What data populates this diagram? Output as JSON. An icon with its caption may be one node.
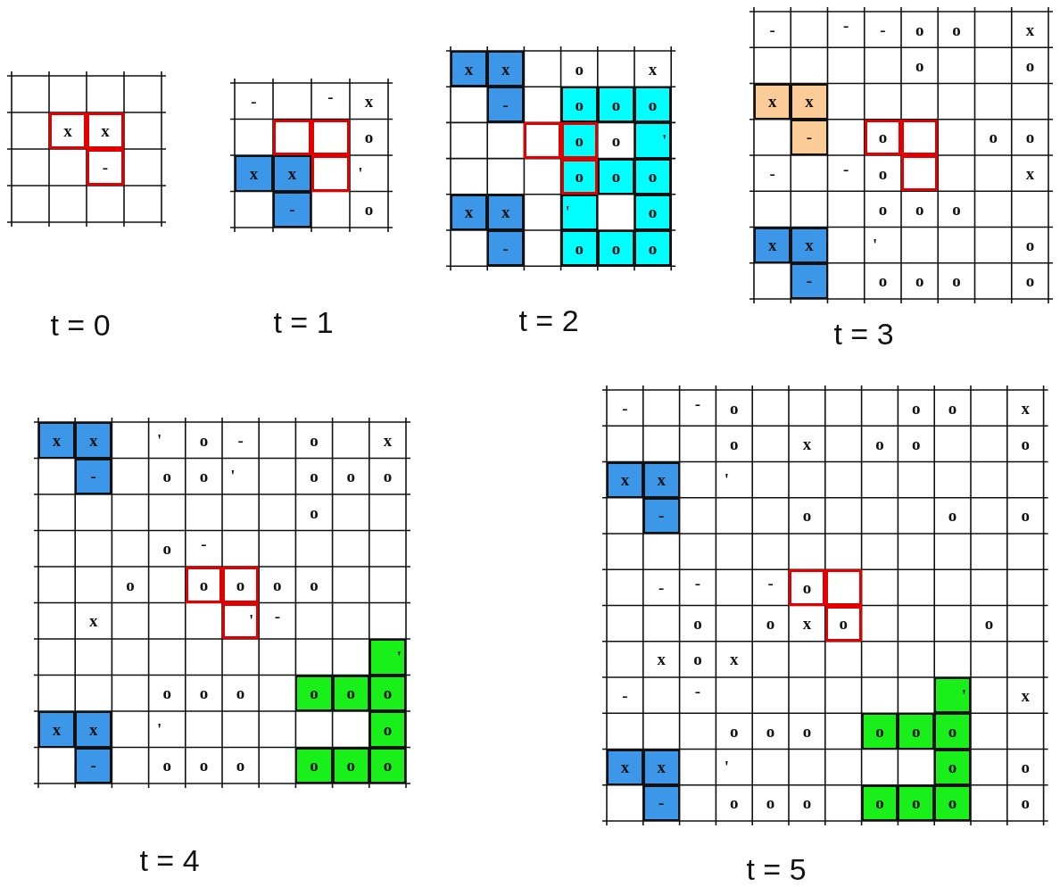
{
  "diagram": {
    "nodes": [
      {
        "text": [
          "x"
        ]
      },
      {
        "text": [
          "x"
        ]
      },
      {
        "text": [
          "-"
        ]
      },
      {
        "text": [],
        "shape": "box"
      },
      {
        "text": [],
        "shape": "box"
      },
      {
        "text": [
          "x"
        ]
      },
      {
        "text": [
          "x"
        ]
      },
      {
        "text": [],
        "shape": "box"
      },
      {
        "text": [
          "-"
        ]
      },
      {
        "text": [
          "x"
        ]
      },
      {
        "text": [
          "x"
        ]
      },
      {
        "text": [
          "-"
        ]
      },
      {
        "text": [
          "o"
        ]
      },
      {
        "text": [
          "o"
        ]
      },
      {
        "text": [
          "o"
        ]
      },
      {
        "text": [],
        "shape": "box"
      },
      {
        "text": [
          "o"
        ]
      },
      {
        "text": [
          "'"
        ]
      },
      {
        "text": [
          "o"
        ]
      },
      {
        "text": [
          "o"
        ]
      },
      {
        "text": [
          "o"
        ]
      },
      {
        "text": [
          "x"
        ]
      },
      {
        "text": [
          "x"
        ]
      },
      {
        "text": [
          "'"
        ]
      },
      {
        "text": [
          "o"
        ]
      },
      {
        "text": [
          "-"
        ]
      },
      {
        "text": [
          "o"
        ]
      },
      {
        "text": [
          "o"
        ]
      },
      {
        "text": [
          "o"
        ]
      },
      {
        "text": [
          "x"
        ]
      },
      {
        "text": [
          "x"
        ]
      },
      {
        "text": [
          "-"
        ]
      },
      {
        "text": [
          "o"
        ]
      },
      {
        "text": [],
        "shape": "box"
      },
      {
        "text": [],
        "shape": "box"
      },
      {
        "text": [
          "x"
        ]
      },
      {
        "text": [
          "x"
        ]
      },
      {
        "text": [
          "-"
        ]
      },
      {
        "text": [
          "x"
        ]
      },
      {
        "text": [
          "x"
        ]
      },
      {
        "text": [
          "-"
        ]
      },
      {
        "text": [
          "o"
        ]
      },
      {
        "text": [
          "o"
        ]
      },
      {
        "text": [
          "'"
        ]
      },
      {
        "text": [
          "'"
        ]
      },
      {
        "text": [
          "o"
        ]
      },
      {
        "text": [
          "o"
        ]
      },
      {
        "text": [
          "o"
        ]
      },
      {
        "text": [
          "x"
        ]
      },
      {
        "text": [
          "x"
        ]
      },
      {
        "text": [
          "o"
        ]
      },
      {
        "text": [
          "-"
        ]
      },
      {
        "text": [
          "o"
        ]
      },
      {
        "text": [
          "o"
        ]
      },
      {
        "text": [
          "o"
        ]
      },
      {
        "text": [
          "x"
        ]
      },
      {
        "text": [
          "x"
        ]
      },
      {
        "text": [
          "-"
        ]
      },
      {
        "text": [
          "o"
        ]
      },
      {
        "text": [],
        "shape": "box"
      },
      {
        "text": [
          "o"
        ]
      },
      {
        "text": [
          "'"
        ]
      },
      {
        "text": [
          "o"
        ]
      },
      {
        "text": [
          "o"
        ]
      },
      {
        "text": [
          "o"
        ]
      },
      {
        "text": [
          "x"
        ]
      },
      {
        "text": [
          "x"
        ]
      },
      {
        "text": [
          "o"
        ]
      },
      {
        "text": [
          "-"
        ]
      },
      {
        "text": [
          "o"
        ]
      },
      {
        "text": [
          "o"
        ]
      },
      {
        "text": [
          "o"
        ]
      }
    ],
    "labels": [
      "t = 0",
      "-",
      "-",
      "x",
      "o",
      "'",
      "o",
      "t = 1",
      "o",
      "x",
      "o",
      "t = 2",
      "-",
      "-",
      "-",
      "o",
      "o",
      "x",
      "o",
      "o",
      "o",
      "o",
      "-",
      "-",
      "o",
      "x",
      "o",
      "o",
      "o",
      "'",
      "o",
      "o",
      "o",
      "o",
      "o",
      "t = 3",
      "'",
      "o",
      "-",
      "o",
      "x",
      "o",
      "o",
      "'",
      "o",
      "o",
      "o",
      "o",
      "o",
      "-",
      "o",
      "o",
      "o",
      "x",
      "-",
      "o",
      "o",
      "o",
      "'",
      "o",
      "o",
      "o",
      "t = 4",
      "-",
      "-",
      "o",
      "o",
      "o",
      "x",
      "o",
      "x",
      "o",
      "o",
      "o",
      "'",
      "o",
      "o",
      "o",
      "-",
      "-",
      "-",
      "o",
      "o",
      "x",
      "o",
      "x",
      "o",
      "x",
      "-",
      "-",
      "x",
      "o",
      "o",
      "o",
      "'",
      "o",
      "o",
      "o",
      "o",
      "o",
      "t = 5"
    ]
  }
}
